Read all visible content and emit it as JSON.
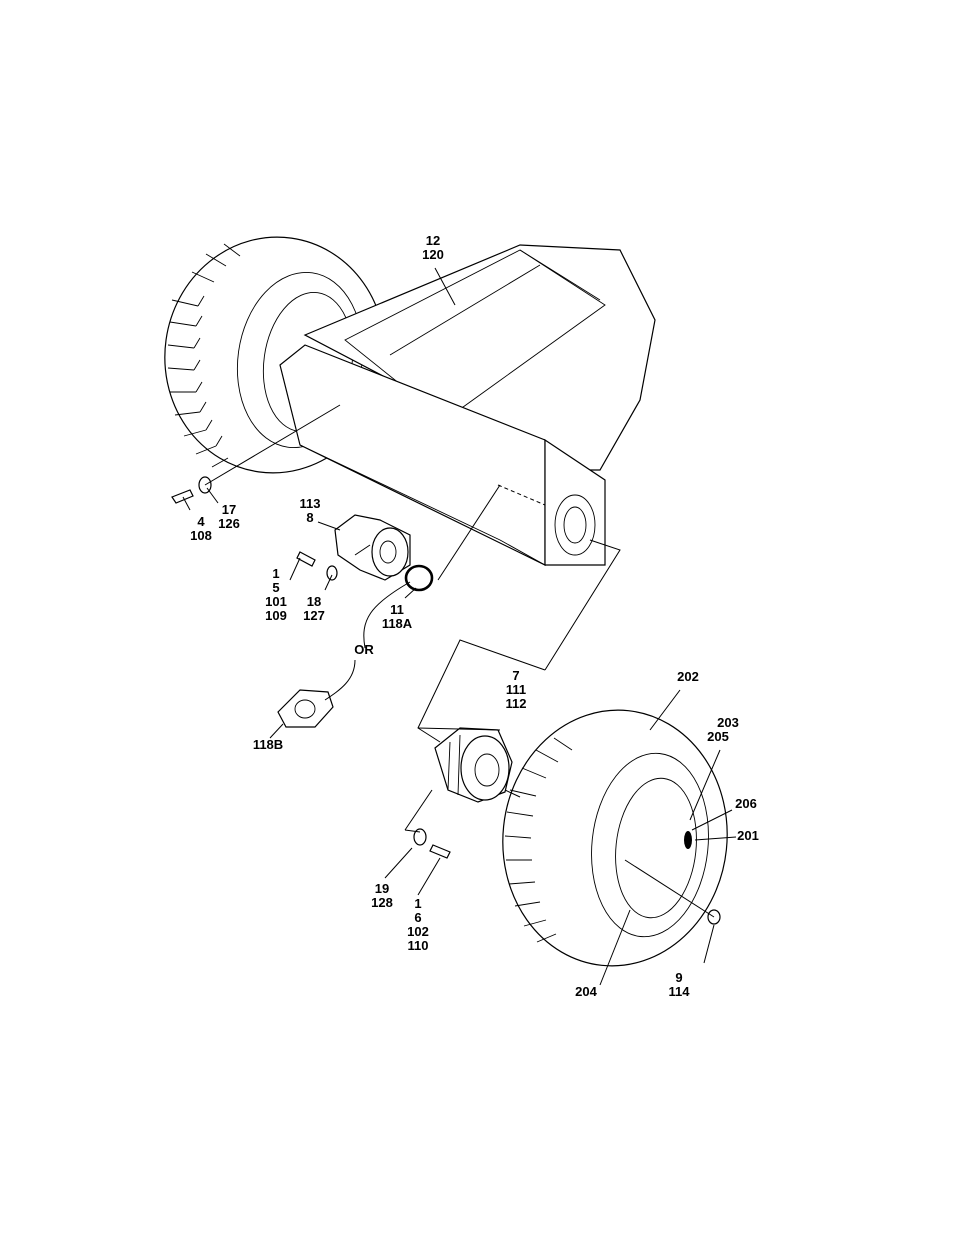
{
  "callouts": {
    "c_12_120": [
      "12",
      "120"
    ],
    "c_4_108": [
      "4",
      "108"
    ],
    "c_17_126": [
      "17",
      "126"
    ],
    "c_113_8": [
      "113",
      "8"
    ],
    "c_1_5_101_109": [
      "1",
      "5",
      "101",
      "109"
    ],
    "c_18_127": [
      "18",
      "127"
    ],
    "c_11_118a": [
      "11",
      "118A"
    ],
    "c_or": [
      "OR"
    ],
    "c_118b": [
      "118B"
    ],
    "c_7_111_112": [
      "7",
      "111",
      "112"
    ],
    "c_202": [
      "202"
    ],
    "c_203_205": [
      "203",
      "205"
    ],
    "c_206": [
      "206"
    ],
    "c_201": [
      "201"
    ],
    "c_19_128": [
      "19",
      "128"
    ],
    "c_1_6_102_110": [
      "1",
      "6",
      "102",
      "110"
    ],
    "c_9_114": [
      "9",
      "114"
    ],
    "c_204": [
      "204"
    ]
  }
}
